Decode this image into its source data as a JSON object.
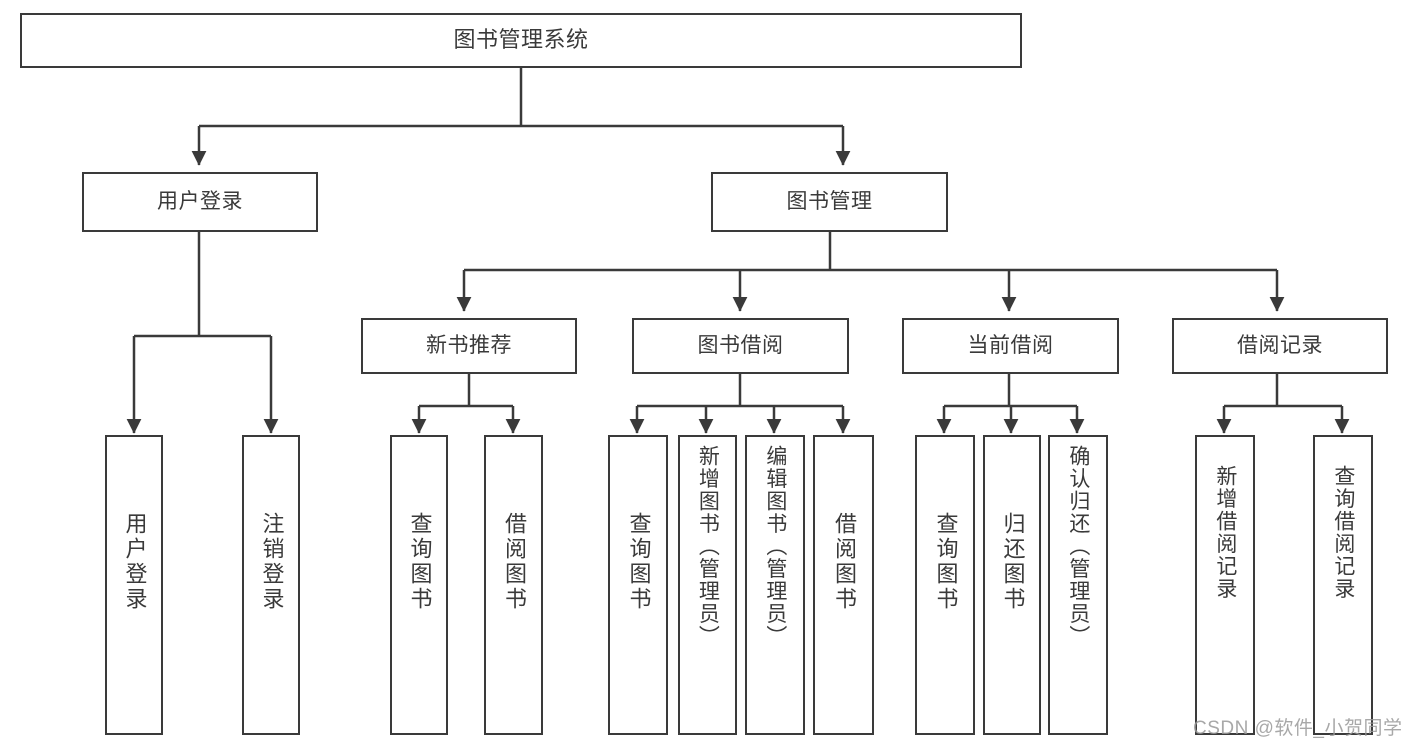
{
  "diagram": {
    "title": "图书管理系统",
    "type": "hierarchy-tree",
    "colors": {
      "stroke": "#3a3a3a",
      "text": "#3a3a3a",
      "background": "#ffffff",
      "watermark": "#9a9a9a"
    },
    "root": {
      "label": "图书管理系统"
    },
    "level2": [
      {
        "label": "用户登录"
      },
      {
        "label": "图书管理"
      }
    ],
    "level3": [
      {
        "label": "新书推荐"
      },
      {
        "label": "图书借阅"
      },
      {
        "label": "当前借阅"
      },
      {
        "label": "借阅记录"
      }
    ],
    "leaves": {
      "user_login": [
        {
          "label": "用户登录"
        },
        {
          "label": "注销登录"
        }
      ],
      "new_book_recommend": [
        {
          "label": "查询图书"
        },
        {
          "label": "借阅图书"
        }
      ],
      "book_borrow": [
        {
          "label": "查询图书"
        },
        {
          "label": "新增图书（管理员）"
        },
        {
          "label": "编辑图书（管理员）"
        },
        {
          "label": "借阅图书"
        }
      ],
      "current_borrow": [
        {
          "label": "查询图书"
        },
        {
          "label": "归还图书"
        },
        {
          "label": "确认归还（管理员）"
        }
      ],
      "borrow_records": [
        {
          "label": "新增借阅记录"
        },
        {
          "label": "查询借阅记录"
        }
      ]
    }
  },
  "watermark": {
    "text": "CSDN @软件_小贺同学"
  }
}
